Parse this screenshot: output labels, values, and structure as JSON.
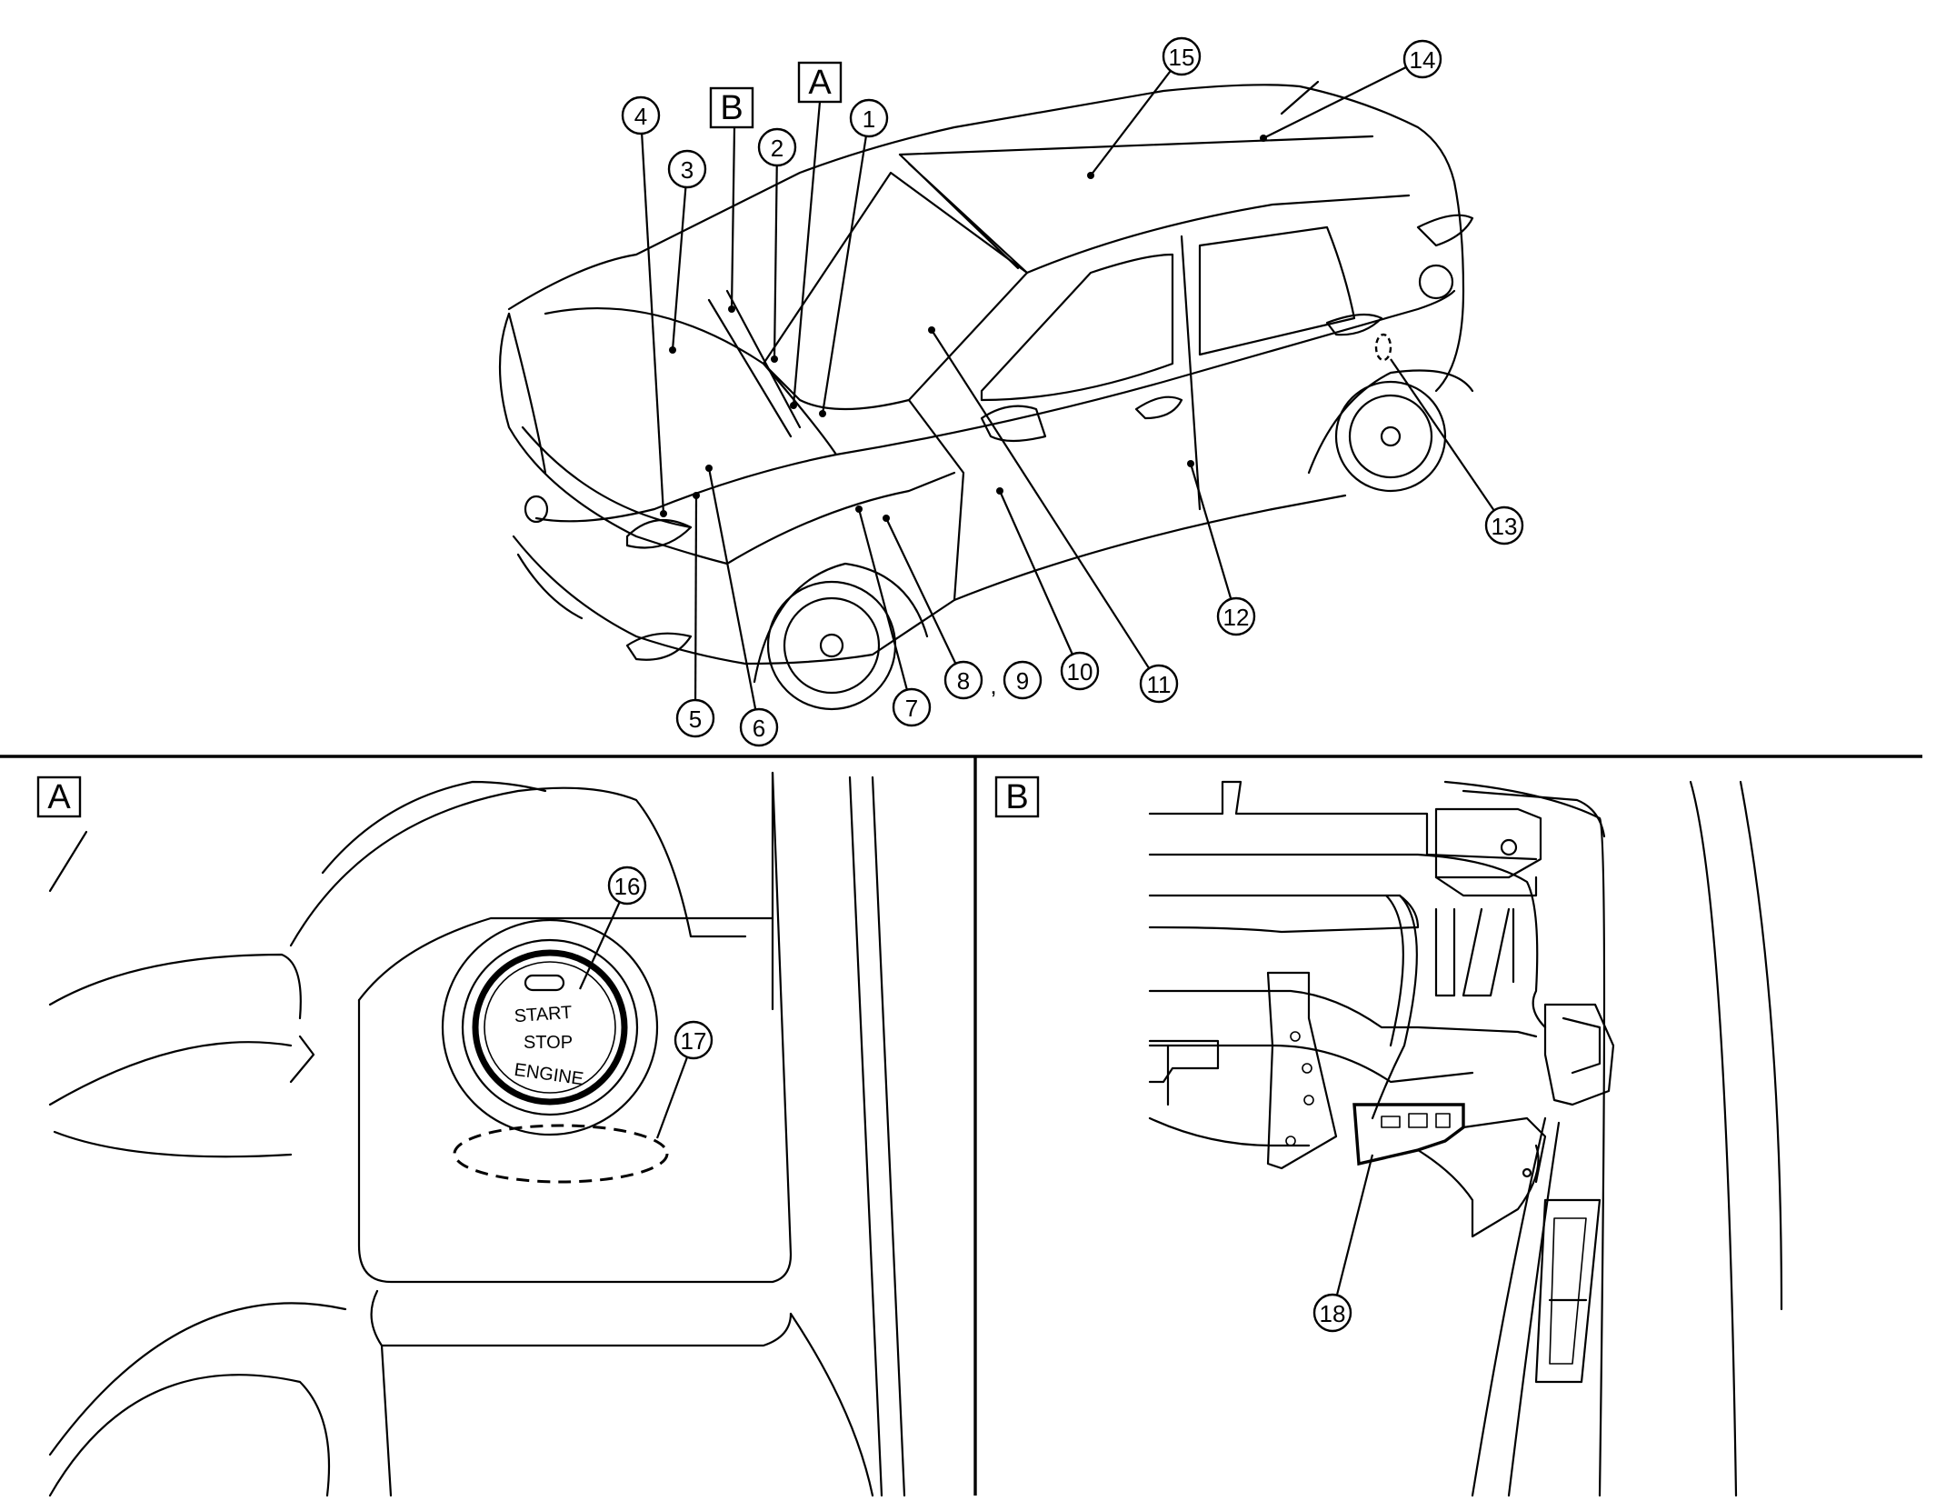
{
  "callouts": {
    "c1": "1",
    "c2": "2",
    "c3": "3",
    "c4": "4",
    "c5": "5",
    "c6": "6",
    "c7": "7",
    "c8": "8",
    "sep": ",",
    "c9": "9",
    "c10": "10",
    "c11": "11",
    "c12": "12",
    "c13": "13",
    "c14": "14",
    "c15": "15",
    "c16": "16",
    "c17": "17",
    "c18": "18"
  },
  "view_labels": {
    "top_a": "A",
    "top_b": "B",
    "panel_a": "A",
    "panel_b": "B"
  },
  "button": {
    "line1": "START",
    "line2": "STOP",
    "line3": "ENGINE"
  }
}
